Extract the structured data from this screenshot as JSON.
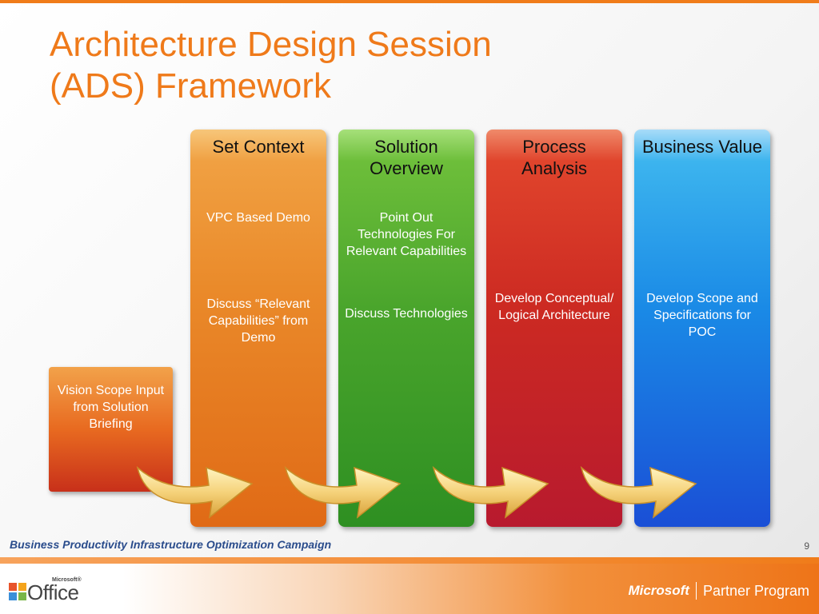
{
  "title": {
    "line1": "Architecture Design Session",
    "line2": "(ADS) Framework"
  },
  "vision_box": {
    "text": "Vision Scope Input from Solution Briefing"
  },
  "columns": [
    {
      "heading": "Set Context",
      "items": [
        "VPC Based Demo",
        "Discuss “Relevant Capabilities” from Demo"
      ],
      "color": "#e8842a"
    },
    {
      "heading": "Solution Overview",
      "items": [
        "Point Out Technologies For Relevant Capabilities",
        "Discuss Technologies"
      ],
      "color": "#4aa52c"
    },
    {
      "heading": "Process Analysis",
      "items": [
        "Develop Conceptual/ Logical Architecture"
      ],
      "color": "#cc2a22"
    },
    {
      "heading": "Business Value",
      "items": [
        "Develop Scope and Specifications for POC"
      ],
      "color": "#1a8ae6"
    }
  ],
  "footer": {
    "campaign": "Business Productivity Infrastructure Optimization Campaign",
    "page_number": "9",
    "office_logo_text": "Office",
    "office_logo_ms": "Microsoft®",
    "microsoft": "Microsoft",
    "partner_program": "Partner Program"
  },
  "icons": [
    "office-logo-icon",
    "curved-arrow-icon"
  ],
  "colors": {
    "accent": "#ef7a1a",
    "footer_text": "#2a4c8c"
  }
}
